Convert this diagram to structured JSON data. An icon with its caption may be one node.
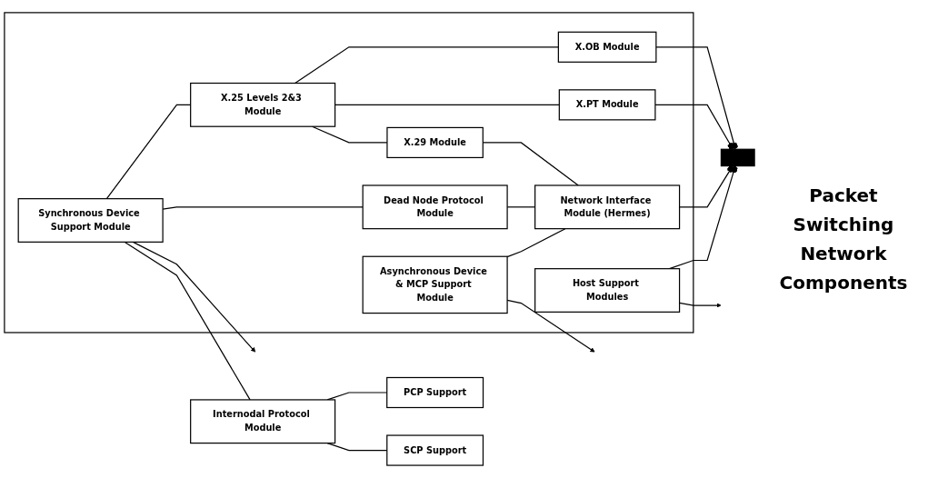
{
  "diagram": {
    "nodes": [
      {
        "text": [
          "Synchronous Device Support Module"
        ],
        "in": 12
      },
      {
        "text": [
          "X.25 Levels 2&3 Module"
        ],
        "in": 12
      },
      {
        "text": [
          "X.OB Module"
        ],
        "in": 12
      },
      {
        "text": [
          "X.PT Module"
        ],
        "in": 12
      },
      {
        "text": [
          "X.29 Module"
        ],
        "in": 12
      },
      {
        "text": [
          "Internodal Protocol Module"
        ]
      },
      {
        "text": [
          "PCP Support"
        ]
      },
      {
        "text": [
          "SCP Support"
        ]
      },
      {
        "text": [
          "Dead Node Protocol Module"
        ],
        "in": 12
      },
      {
        "text": [
          "Asynchronous Device & MCP Support Module"
        ],
        "in": 12
      },
      {
        "text": [
          "Network Interface Module (Hermes)"
        ],
        "in": 12
      },
      {
        "text": [
          "Host Support Modules"
        ],
        "in": 12
      },
      {
        "text": [],
        "shape": "box"
      },
      {
        "text": [],
        "shape": "bar"
      }
    ],
    "edges": [
      {
        "from": 0,
        "to": null,
        "arrow": "to"
      },
      {
        "from": 0,
        "to": 1,
        "arrow": "none"
      },
      {
        "from": 0,
        "to": 5,
        "arrow": "none"
      },
      {
        "from": 0,
        "to": 8,
        "arrow": "none"
      },
      {
        "from": 1,
        "to": 2,
        "arrow": "none"
      },
      {
        "from": 1,
        "to": 3,
        "arrow": "none"
      },
      {
        "from": 1,
        "to": 4,
        "arrow": "none"
      },
      {
        "from": 2,
        "to": 13,
        "arrow": "other"
      },
      {
        "from": 3,
        "to": 13,
        "arrow": "other"
      },
      {
        "from": 4,
        "to": 10,
        "arrow": "none"
      },
      {
        "from": 8,
        "to": 10,
        "arrow": "none"
      },
      {
        "from": 10,
        "to": 13,
        "arrow": "other"
      },
      {
        "from": 9,
        "to": null,
        "arrow": "to"
      },
      {
        "from": 9,
        "to": 10,
        "arrow": "none"
      },
      {
        "from": 11,
        "to": null,
        "arrow": "to"
      },
      {
        "from": 11,
        "to": 13,
        "arrow": "other"
      },
      {
        "from": 5,
        "to": 6,
        "arrow": "none"
      },
      {
        "from": 5,
        "to": 7,
        "arrow": "none"
      }
    ],
    "labels": [
      "Packet Switching Network Components"
    ]
  }
}
